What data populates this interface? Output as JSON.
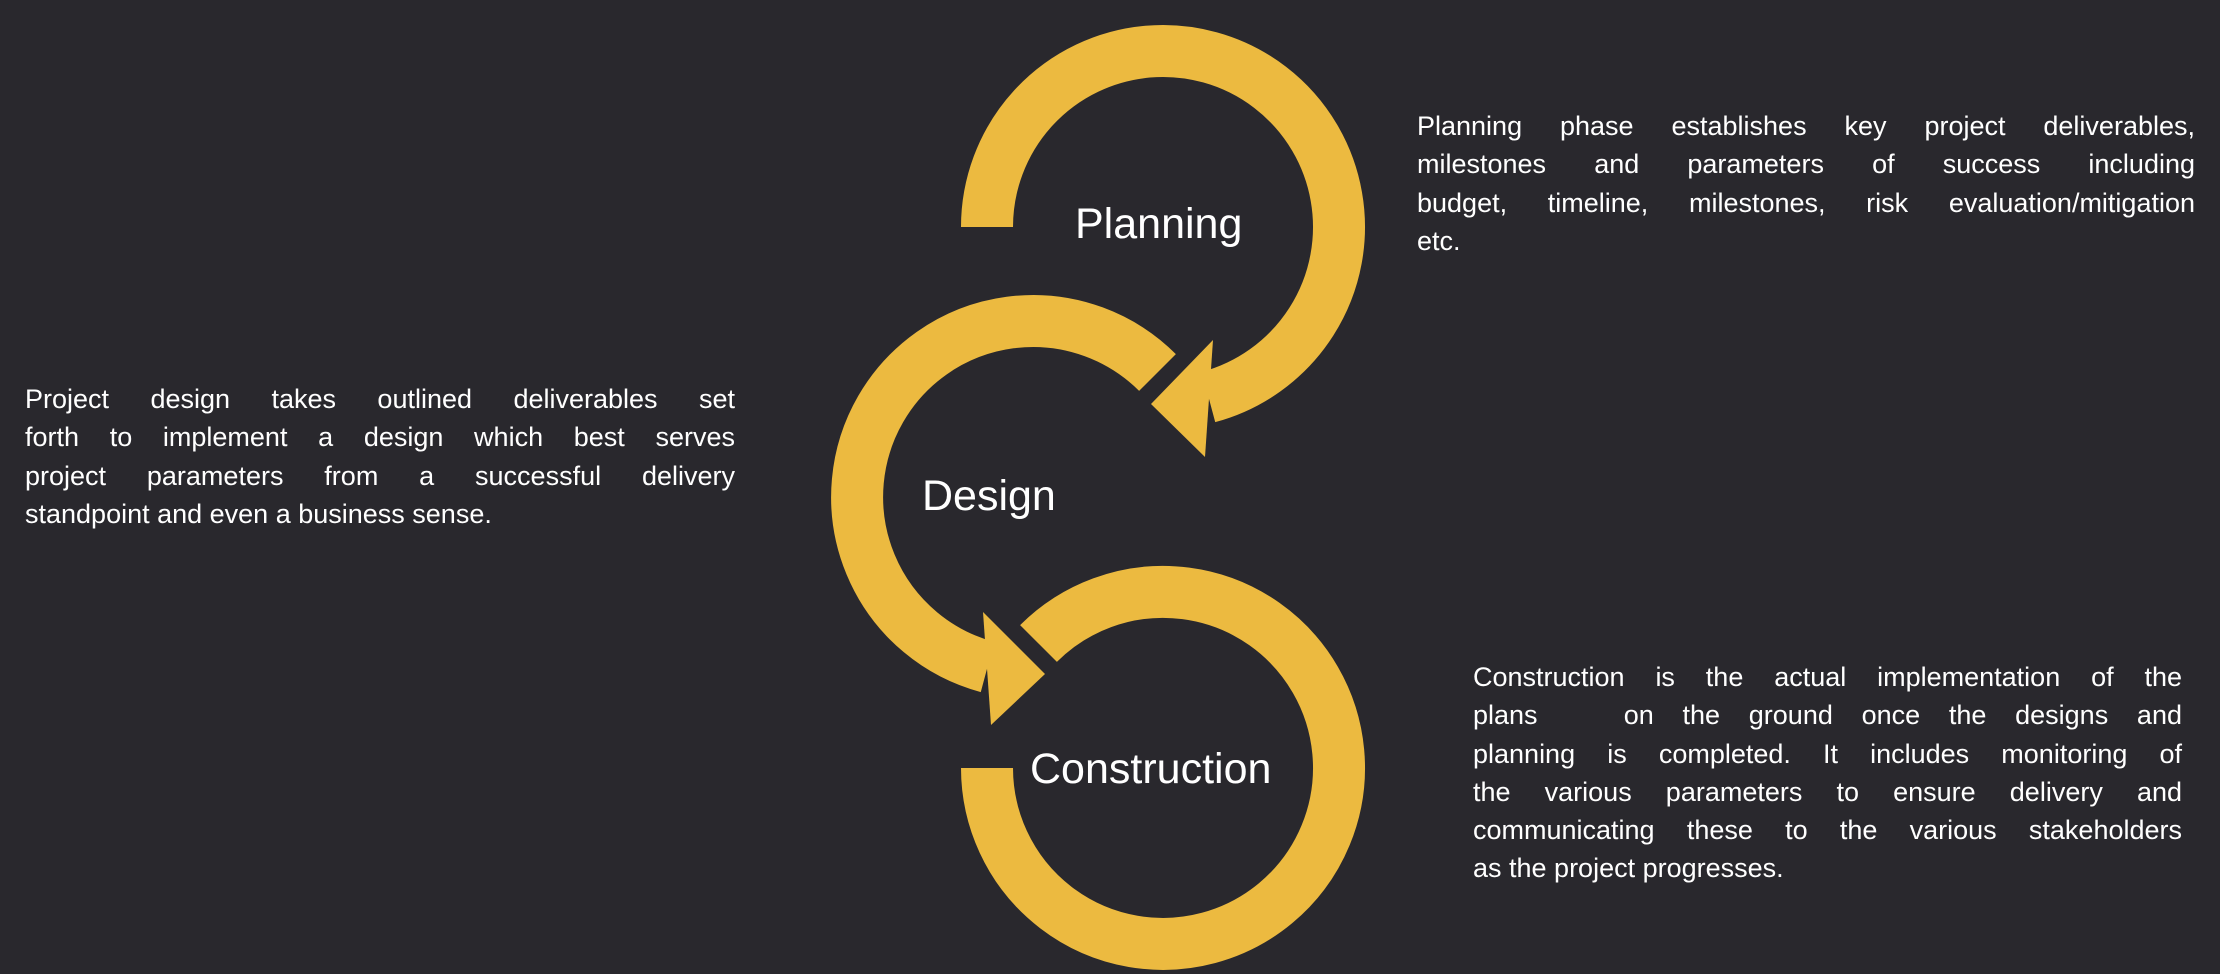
{
  "colors": {
    "background": "#29282d",
    "arrow": "#ecba40",
    "text": "#ffffff"
  },
  "phases": [
    {
      "label": "Planning",
      "description_lines": [
        "Planning phase establishes key project deliverables,",
        "milestones and parameters of success including",
        "budget, timeline, milestones, risk evaluation/mitigation",
        "etc."
      ]
    },
    {
      "label": "Design",
      "description_lines": [
        "Project design takes outlined deliverables set",
        "forth to implement a design which best serves",
        "project parameters from a successful delivery",
        "standpoint and even a business sense."
      ]
    },
    {
      "label": "Construction",
      "description_lines": [
        "Construction is the actual implementation of the",
        "plans   on the ground once the designs and",
        "planning is completed. It includes monitoring of",
        "the various parameters to ensure delivery and",
        "communicating these to the various stakeholders",
        "as the project progresses."
      ]
    }
  ]
}
